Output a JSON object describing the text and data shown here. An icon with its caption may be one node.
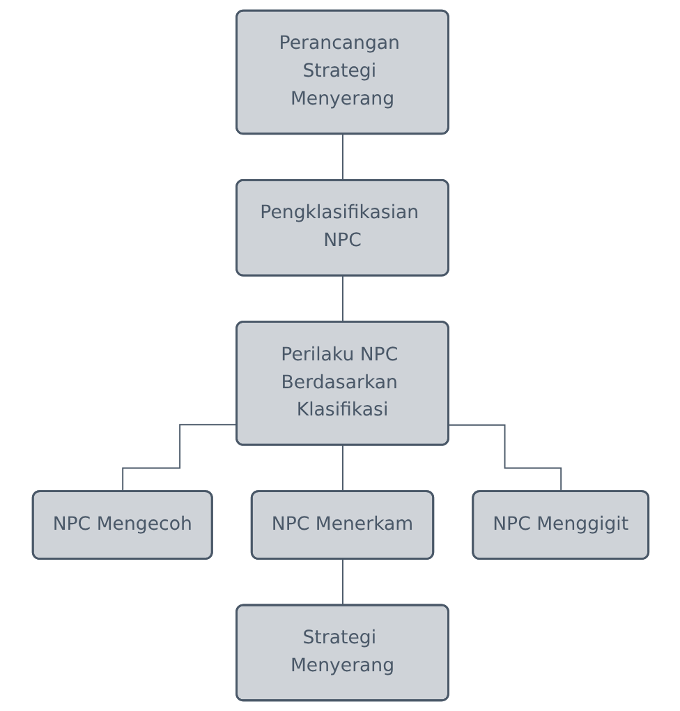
{
  "diagram": {
    "nodes": [
      {
        "text": [
          "Perancangan Strategi Menyerang"
        ]
      },
      {
        "text": [
          "Pengklasifikasian NPC"
        ]
      },
      {
        "text": [
          "Perilaku NPC Berdasarkan Klasifikasi"
        ]
      },
      {
        "text": [
          "NPC Mengecoh"
        ]
      },
      {
        "text": [
          "NPC Menerkam"
        ]
      },
      {
        "text": [
          "NPC Menggigit"
        ]
      },
      {
        "text": [
          "Strategi Menyerang"
        ]
      }
    ],
    "edges": [
      {
        "from": 0,
        "to": 1,
        "arrow": "none"
      },
      {
        "from": 1,
        "to": 2,
        "arrow": "none"
      },
      {
        "from": 2,
        "to": 3,
        "arrow": "none"
      },
      {
        "from": 2,
        "to": 4,
        "arrow": "none"
      },
      {
        "from": 2,
        "to": 5,
        "arrow": "none"
      },
      {
        "from": 4,
        "to": 6,
        "arrow": "none"
      }
    ]
  }
}
